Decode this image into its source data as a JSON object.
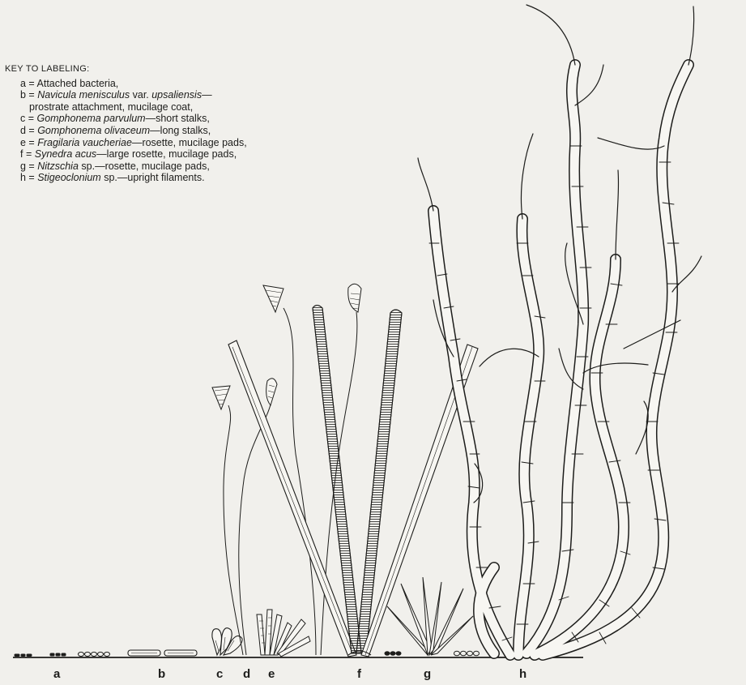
{
  "key": {
    "title": "KEY TO LABELING:",
    "entries": [
      {
        "letter": "a",
        "taxon": "",
        "qualifier": "",
        "text": "Attached bacteria,"
      },
      {
        "letter": "b",
        "taxon": "Navicula menisculus",
        "qualifier": " var. ",
        "taxon2": "upsaliensis",
        "text": "—",
        "continuation": "prostrate attachment, mucilage coat,"
      },
      {
        "letter": "c",
        "taxon": "Gomphonema parvulum",
        "text": "—short stalks,"
      },
      {
        "letter": "d",
        "taxon": "Gomphonema olivaceum",
        "text": "—long stalks,"
      },
      {
        "letter": "e",
        "taxon": "Fragilaria vaucheriae",
        "text": "—rosette, mucilage pads,"
      },
      {
        "letter": "f",
        "taxon": "Synedra acus",
        "text": "—large rosette, mucilage pads,"
      },
      {
        "letter": "g",
        "taxon": "Nitzschia",
        "text": " sp.—rosette, mucilage pads,"
      },
      {
        "letter": "h",
        "taxon": "Stigeoclonium",
        "text": " sp.—upright filaments."
      }
    ]
  },
  "labels": {
    "a": "a",
    "b": "b",
    "c": "c",
    "d": "d",
    "e": "e",
    "f": "f",
    "g": "g",
    "h": "h"
  },
  "colors": {
    "background": "#f1f0ec",
    "ink": "#1d1d1b"
  }
}
